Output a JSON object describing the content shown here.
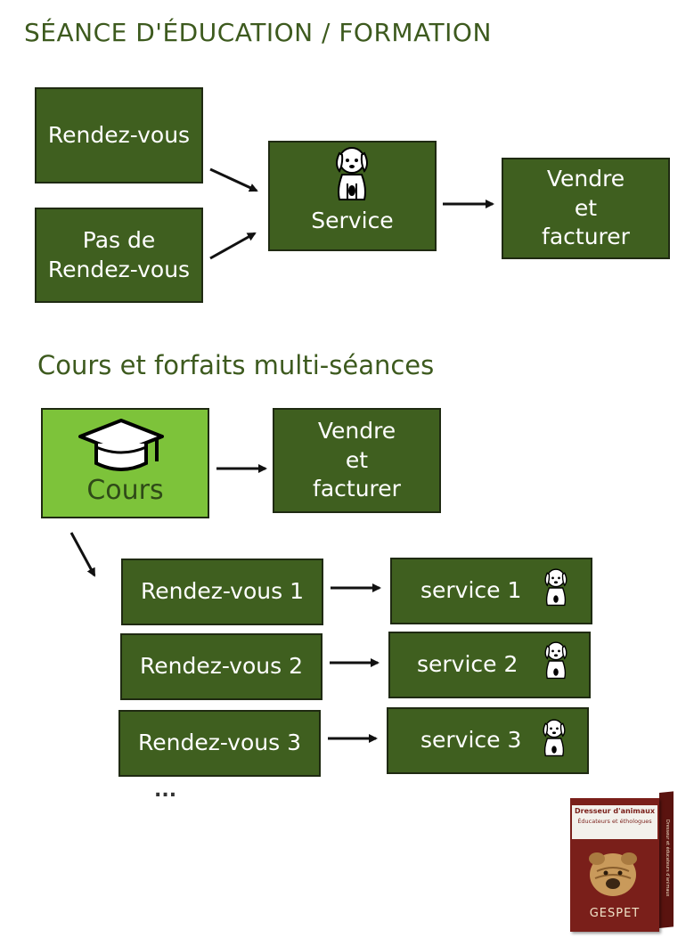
{
  "titles": {
    "main": "SÉANCE D'ÉDUCATION / FORMATION",
    "section2": "Cours et forfaits multi-séances"
  },
  "section1": {
    "rdv": "Rendez-vous",
    "no_rdv": "Pas de\nRendez-vous",
    "service": "Service",
    "sell": "Vendre\net\nfacturer"
  },
  "section2": {
    "cours": "Cours",
    "sell": "Vendre\net\nfacturer",
    "rows": [
      {
        "rdv": "Rendez-vous  1",
        "service": "service 1"
      },
      {
        "rdv": "Rendez-vous  2",
        "service": "service 2"
      },
      {
        "rdv": "Rendez-vous  3",
        "service": "service 3"
      }
    ],
    "ellipsis": "..."
  },
  "product": {
    "title": "Dresseur d'animaux",
    "subtitle": "Éducateurs et éthologues",
    "brand": "GESPET",
    "side_text": "Dresseur et éducateurs d'animaux"
  },
  "colors": {
    "box_dark": "#3f5f1f",
    "box_light": "#7dc33a",
    "title": "#3d5a1e"
  }
}
